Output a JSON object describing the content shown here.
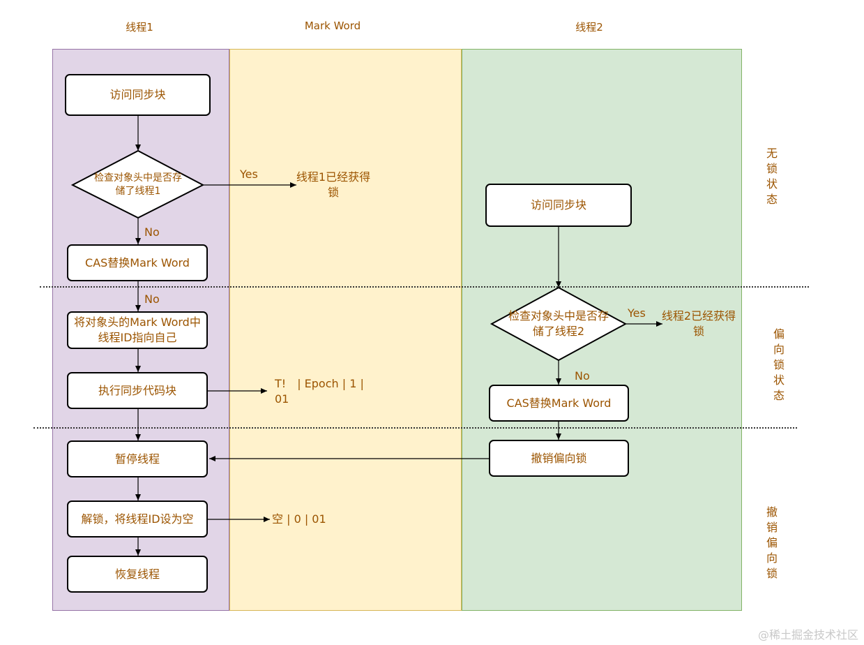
{
  "lanes": {
    "thread1": "线程1",
    "mark_word": "Mark Word",
    "thread2": "线程2"
  },
  "thread1": {
    "access_sync": "访问同步块",
    "check_decision": "检查对象头中是否存储了线程1",
    "cas_replace": "CAS替换Mark Word",
    "set_thread_id": "将对象头的Mark Word中线程ID指向自己",
    "exec_sync": "执行同步代码块",
    "pause_thread": "暂停线程",
    "unlock": "解锁，将线程ID设为空",
    "resume_thread": "恢复线程"
  },
  "thread2": {
    "access_sync": "访问同步块",
    "check_decision": "检查对象头中是否存储了线程2",
    "cas_replace": "CAS替换Mark Word",
    "revoke_bias": "撤销偏向锁"
  },
  "edges": {
    "t1_yes": "Yes",
    "t1_no_check": "No",
    "t1_no_cas": "No",
    "t2_yes": "Yes",
    "t2_no": "No"
  },
  "results": {
    "t1_got_lock": "线程1已经获得锁",
    "t2_got_lock": "线程2已经获得锁",
    "mark_biased": "T!　| Epoch | 1 | 01",
    "mark_empty": "空 | 0 | 01"
  },
  "states": {
    "unlocked": "无锁状态",
    "biased": "偏向锁状态",
    "revoke": "撤销偏向锁"
  },
  "watermark": "@稀土掘金技术社区",
  "colors": {
    "thread1_fill": "#e1d5e7",
    "thread1_border": "#9673a6",
    "markword_fill": "#fff2cc",
    "markword_border": "#d6b656",
    "thread2_fill": "#d5e8d4",
    "thread2_border": "#82b366",
    "text": "#9b5400"
  }
}
